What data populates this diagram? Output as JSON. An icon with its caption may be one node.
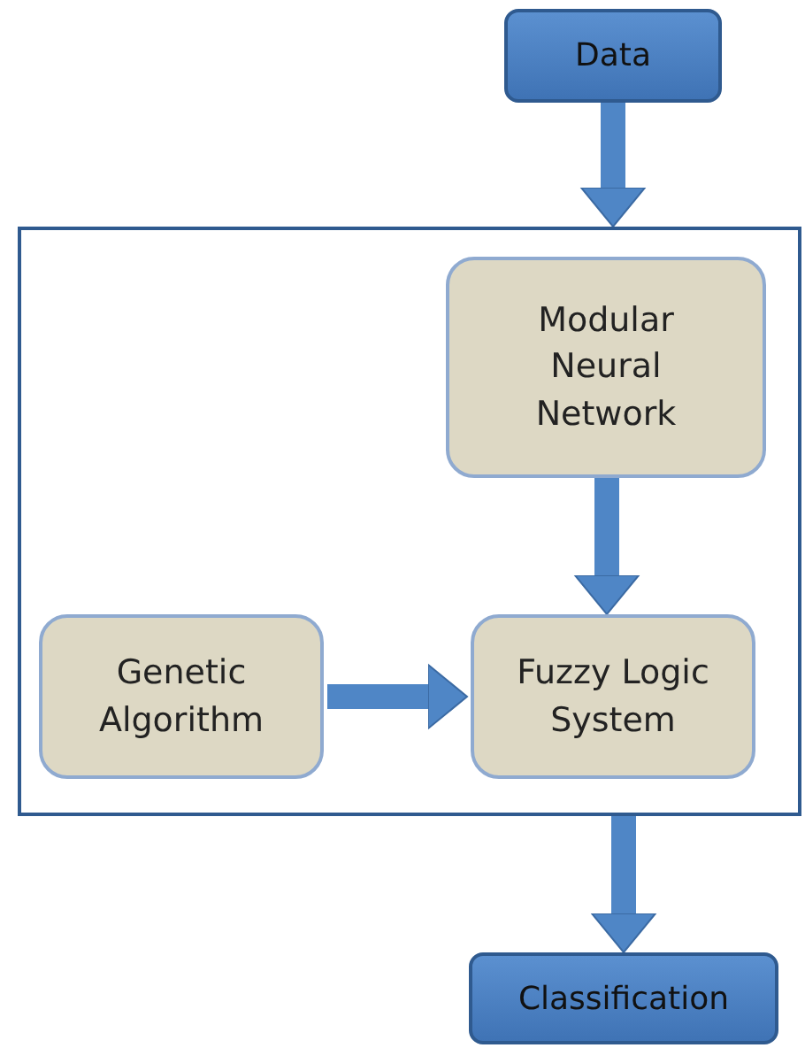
{
  "diagram": {
    "nodes": [
      {
        "text": [
          "Data"
        ]
      },
      {
        "text": [],
        "shape": "box"
      },
      {
        "text": [
          "Modular Neural Network"
        ],
        "in": 1
      },
      {
        "text": [
          "Genetic Algorithm"
        ],
        "in": 1
      },
      {
        "text": [
          "Fuzzy Logic System"
        ],
        "in": 1
      },
      {
        "text": [
          "Classification"
        ]
      }
    ],
    "edges": [
      {
        "from": 0,
        "to": 1,
        "arrow": "to"
      },
      {
        "from": 2,
        "to": 4,
        "arrow": "to"
      },
      {
        "from": 3,
        "to": 4,
        "arrow": "to"
      },
      {
        "from": 1,
        "to": 5,
        "arrow": "to"
      }
    ]
  }
}
